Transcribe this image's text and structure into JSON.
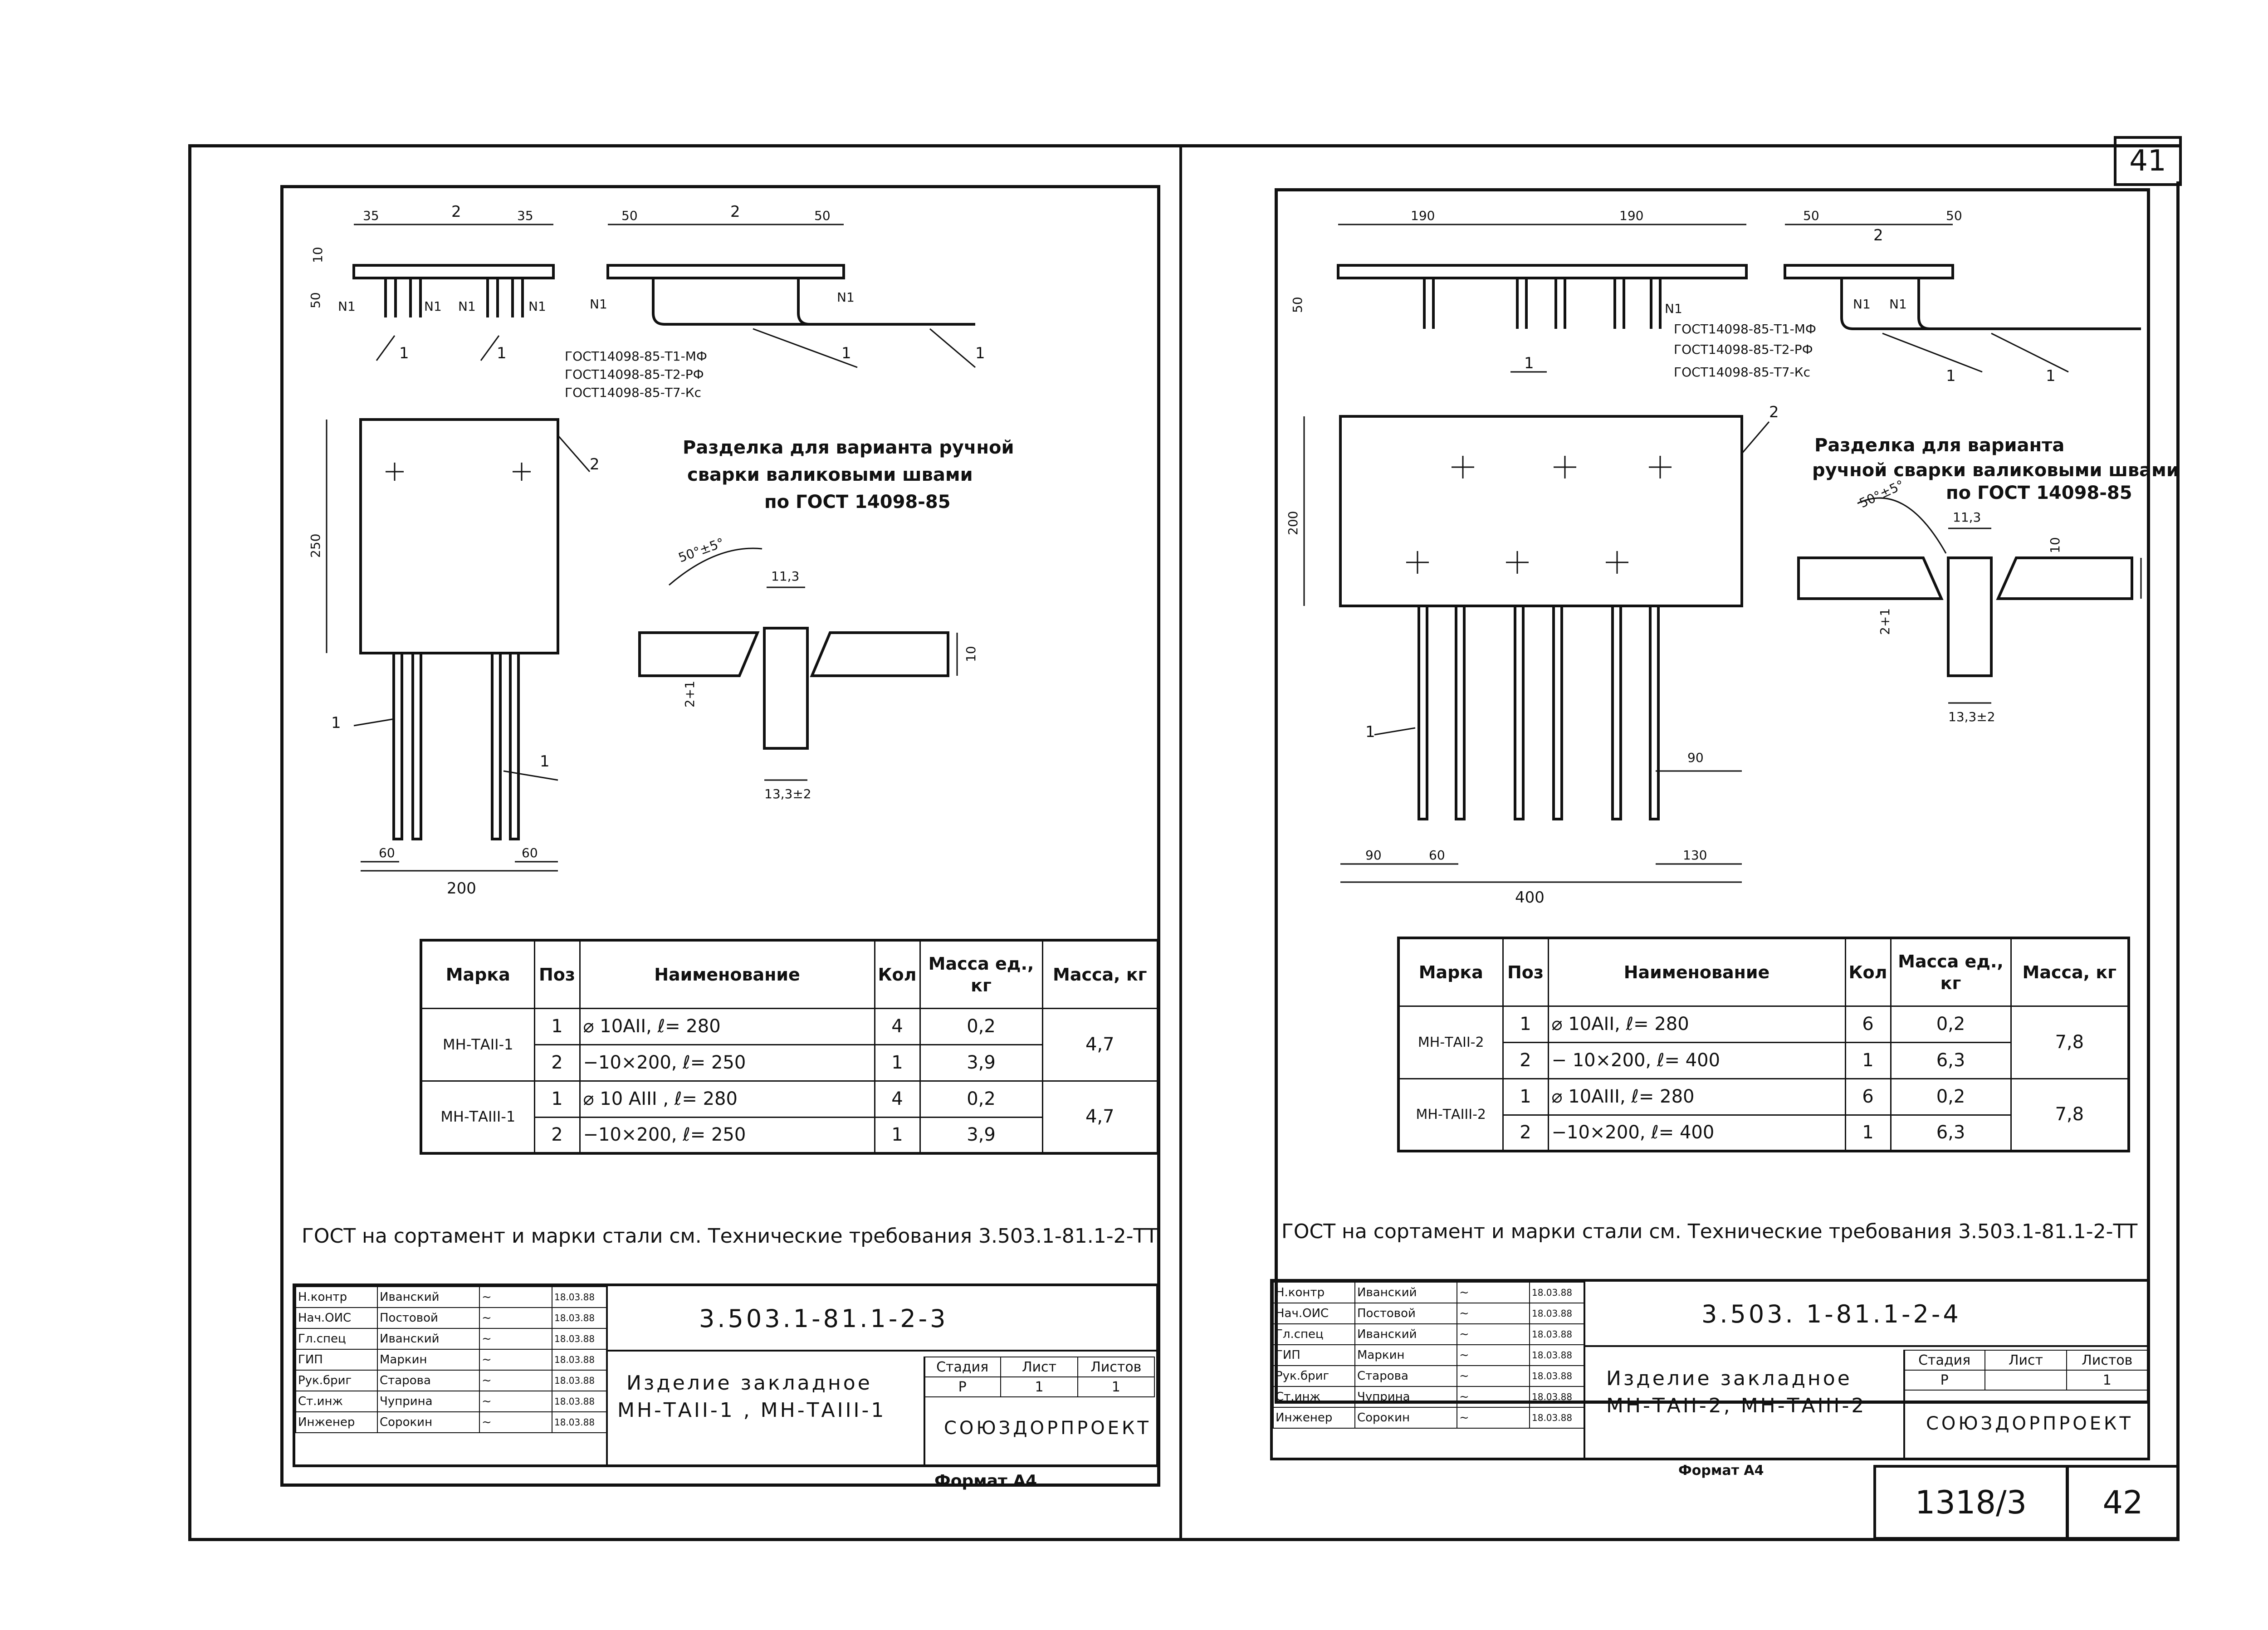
{
  "page_number_top": "41",
  "archive": {
    "number": "1318/3",
    "page": "42"
  },
  "left": {
    "diagram_labels": {
      "dim_35a": "35",
      "dim_2": "2",
      "dim_35b": "35",
      "dim_10": "10",
      "dim_50": "50",
      "n1a": "N1",
      "n1b": "N1",
      "n1c": "N1",
      "n1d": "N1",
      "pos1a": "1",
      "pos1b": "1",
      "side_50a": "50",
      "side_2": "2",
      "side_50b": "50",
      "side_n1a": "N1",
      "side_n1b": "N1",
      "side_1a": "1",
      "side_1b": "1",
      "gost1": "ГОСТ14098-85-Т1-МФ",
      "gost2": "ГОСТ14098-85-Т2-РФ",
      "gost3": "ГОСТ14098-85-Т7-Кс",
      "plate_2": "2",
      "plate_250": "250",
      "rod_1a": "1",
      "rod_1b": "1",
      "dim_60a": "60",
      "dim_60b": "60",
      "dim_200": "200",
      "prep_line1": "Разделка для варианта ручной",
      "prep_line2": "сварки валиковыми швами",
      "prep_line3": "по ГОСТ 14098-85",
      "angle": "50°±5°",
      "d11_3": "11,3",
      "d10": "10",
      "d2": "2+1",
      "d13_3": "13,3±2"
    },
    "table": {
      "headers": [
        "Марка",
        "Поз",
        "Наименование",
        "Кол",
        "Масса ед., кг",
        "Масса, кг"
      ],
      "groups": [
        {
          "mark": "МН-ТАII-1",
          "total": "4,7",
          "rows": [
            {
              "pos": "1",
              "name": "⌀ 10АII, ℓ= 280",
              "qty": "4",
              "mass": "0,2"
            },
            {
              "pos": "2",
              "name": "−10×200, ℓ= 250",
              "qty": "1",
              "mass": "3,9"
            }
          ]
        },
        {
          "mark": "МН-ТАIII-1",
          "total": "4,7",
          "rows": [
            {
              "pos": "1",
              "name": "⌀ 10 АIII , ℓ= 280",
              "qty": "4",
              "mass": "0,2"
            },
            {
              "pos": "2",
              "name": "−10×200, ℓ= 250",
              "qty": "1",
              "mass": "3,9"
            }
          ]
        }
      ]
    },
    "gost_note": "ГОСТ на сортамент и марки стали см. Технические требования 3.503.1-81.1-2-ТТ",
    "title_block": {
      "roles": [
        [
          "Н.контр",
          "Иванский",
          "18.03.88"
        ],
        [
          "Нач.ОИС",
          "Постовой",
          "18.03.88"
        ],
        [
          "Гл.спец",
          "Иванский",
          "18.03.88"
        ],
        [
          "ГИП",
          "Маркин",
          "18.03.88"
        ],
        [
          "Рук.бриг",
          "Старова",
          "18.03.88"
        ],
        [
          "Ст.инж",
          "Чуприна",
          "18.03.88"
        ],
        [
          "Инженер",
          "Сорокин",
          "18.03.88"
        ]
      ],
      "code": "3.503.1-81.1-2-3",
      "title_line1": "Изделие закладное",
      "title_line2": "МН-ТАII-1 , МН-ТАIII-1",
      "stage_hdr": "Стадия",
      "sheet_hdr": "Лист",
      "sheets_hdr": "Листов",
      "stage": "Р",
      "sheet": "1",
      "sheets": "1",
      "org": "СОЮЗДОРПРОЕКТ"
    },
    "format": "Формат А4"
  },
  "right": {
    "diagram_labels": {
      "dim_190a": "190",
      "dim_190b": "190",
      "dim_50": "50",
      "n1": "N1",
      "pos1": "1",
      "gost1": "ГОСТ14098-85-Т1-МФ",
      "gost2": "ГОСТ14098-85-Т2-РФ",
      "gost3": "ГОСТ14098-85-Т7-Кс",
      "side_50a": "50",
      "side_2": "2",
      "side_50b": "50",
      "side_n1a": "N1",
      "side_n1b": "N1",
      "side_1a": "1",
      "side_1b": "1",
      "plate_2": "2",
      "plate_200": "200",
      "rod_1": "1",
      "dim_90": "90",
      "dim_90b": "90",
      "dim_60": "60",
      "dim_130": "130",
      "dim_400": "400",
      "prep_line1": "Разделка для варианта",
      "prep_line2": "ручной сварки валиковыми швами",
      "prep_line3": "по ГОСТ 14098-85",
      "angle": "50°±5°",
      "d11_3": "11,3",
      "d10": "10",
      "d2": "2+1",
      "d13_3": "13,3±2"
    },
    "table": {
      "headers": [
        "Марка",
        "Поз",
        "Наименование",
        "Кол",
        "Масса ед., кг",
        "Масса, кг"
      ],
      "groups": [
        {
          "mark": "МН-ТАII-2",
          "total": "7,8",
          "rows": [
            {
              "pos": "1",
              "name": "⌀ 10АII, ℓ= 280",
              "qty": "6",
              "mass": "0,2"
            },
            {
              "pos": "2",
              "name": "− 10×200, ℓ= 400",
              "qty": "1",
              "mass": "6,3"
            }
          ]
        },
        {
          "mark": "МН-ТАIII-2",
          "total": "7,8",
          "rows": [
            {
              "pos": "1",
              "name": "⌀ 10АIII, ℓ= 280",
              "qty": "6",
              "mass": "0,2"
            },
            {
              "pos": "2",
              "name": "−10×200, ℓ= 400",
              "qty": "1",
              "mass": "6,3"
            }
          ]
        }
      ]
    },
    "gost_note": "ГОСТ на сортамент и марки стали см. Технические требования 3.503.1-81.1-2-ТТ",
    "title_block": {
      "roles": [
        [
          "Н.контр",
          "Иванский",
          "18.03.88"
        ],
        [
          "Нач.ОИС",
          "Постовой",
          "18.03.88"
        ],
        [
          "Гл.спец",
          "Иванский",
          "18.03.88"
        ],
        [
          "ГИП",
          "Маркин",
          "18.03.88"
        ],
        [
          "Рук.бриг",
          "Старова",
          "18.03.88"
        ],
        [
          "Ст.инж",
          "Чуприна",
          "18.03.88"
        ],
        [
          "Инженер",
          "Сорокин",
          "18.03.88"
        ]
      ],
      "code": "3.503. 1-81.1-2-4",
      "title_line1": "Изделие закладное",
      "title_line2": "МН-ТАII-2, МН-ТАIII-2",
      "stage_hdr": "Стадия",
      "sheet_hdr": "Лист",
      "sheets_hdr": "Листов",
      "stage": "Р",
      "sheet": "",
      "sheets": "1",
      "org": "СОЮЗДОРПРОЕКТ"
    },
    "format": "Формат А4"
  }
}
